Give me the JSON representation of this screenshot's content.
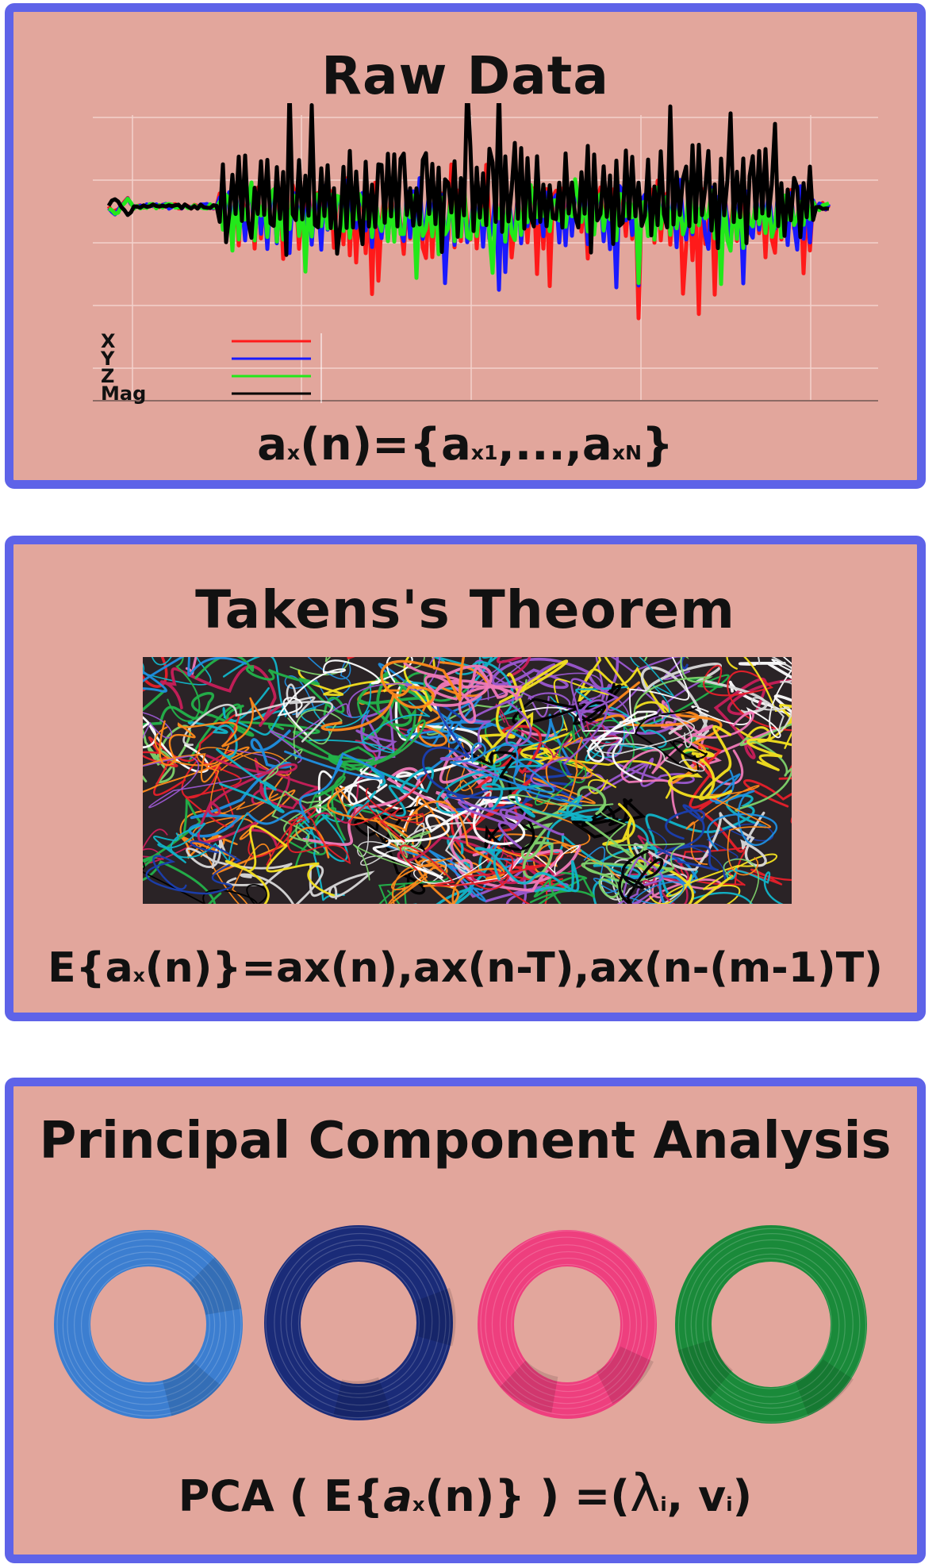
{
  "panels": [
    {
      "title": "Raw Data",
      "formula": {
        "a": "a",
        "x": "x",
        "mid": "(n)={a",
        "x1": "x1",
        "dots": ",...,a",
        "xN": "xN",
        "end": "}"
      },
      "legend": [
        {
          "label": "X",
          "color": "#ff1a1a"
        },
        {
          "label": "Y",
          "color": "#1a1aff"
        },
        {
          "label": "Z",
          "color": "#22e81a"
        },
        {
          "label": "Mag",
          "color": "#000000"
        }
      ]
    },
    {
      "title": "Takens's Theorem",
      "formula": {
        "start": "E{a",
        "x": "x",
        "rest": "(n)}=ax(n),ax(n-T),ax(n-(m-1)T)"
      },
      "image": "tangled-colored-threads"
    },
    {
      "title": "Principal Component Analysis",
      "formula": {
        "start": "PCA ( E{",
        "a": "a",
        "x": "x",
        "mid": "(n)} ) =(",
        "lambda": "λ",
        "i1": "i",
        "comma": ", v",
        "i2": "i",
        "end": ")"
      },
      "rings": [
        {
          "name": "blue-thread-ring",
          "color": "#3c7ed0"
        },
        {
          "name": "navy-thread-ring",
          "color": "#1a2b78"
        },
        {
          "name": "pink-thread-ring",
          "color": "#ee3f7e"
        },
        {
          "name": "green-thread-ring",
          "color": "#1a8a3a"
        }
      ]
    }
  ]
}
